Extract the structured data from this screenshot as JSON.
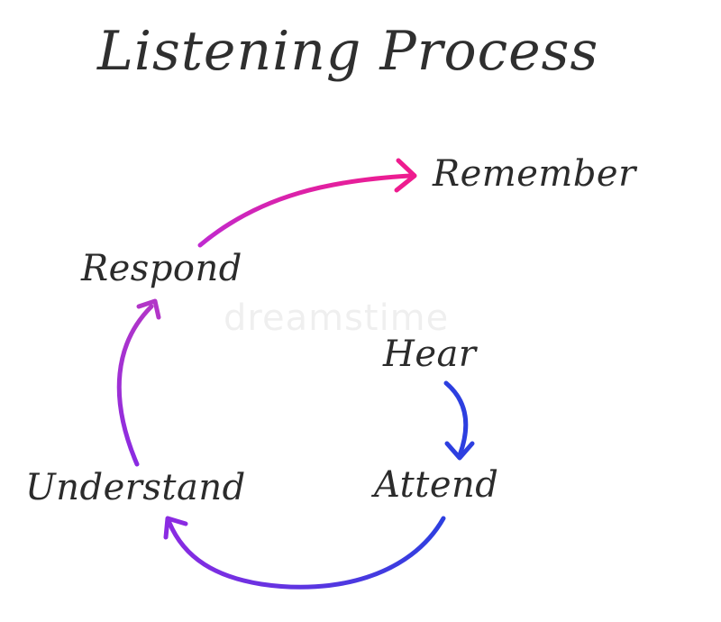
{
  "title": "Listening Process",
  "nodes": {
    "remember": "Remember",
    "respond": "Respond",
    "hear": "Hear",
    "attend": "Attend",
    "understand": "Understand"
  },
  "watermark": "dreamstime",
  "colors": {
    "text": "#2b2b2b",
    "magenta": "#ee1c8f",
    "purple": "#a63bbf",
    "violet": "#8a2be2",
    "blue": "#2d3fe0"
  }
}
